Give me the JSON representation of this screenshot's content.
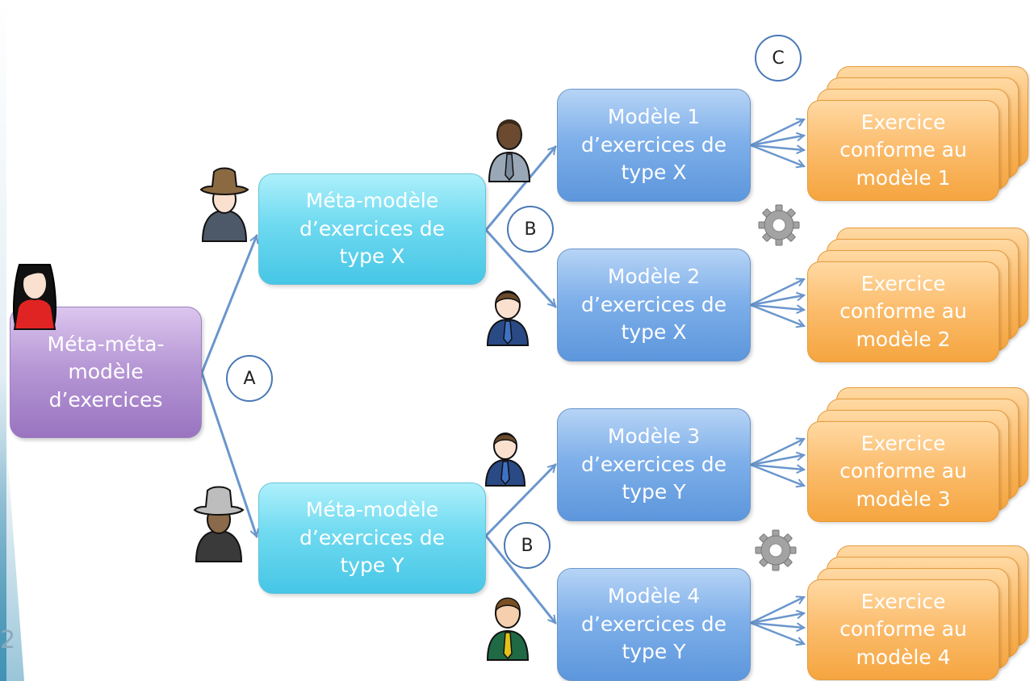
{
  "page_number": "2",
  "root": {
    "label": "Méta-méta-\nmodèle\nd’exercices"
  },
  "metamodels": [
    {
      "id": "mx",
      "label": "Méta-modèle\nd’exercices de\ntype X"
    },
    {
      "id": "my",
      "label": "Méta-modèle\nd’exercices de\ntype Y"
    }
  ],
  "models": [
    {
      "id": "m1",
      "label": "Modèle 1\nd’exercices de\ntype X"
    },
    {
      "id": "m2",
      "label": "Modèle 2\nd’exercices de\ntype X"
    },
    {
      "id": "m3",
      "label": "Modèle 3\nd’exercices de\ntype Y"
    },
    {
      "id": "m4",
      "label": "Modèle 4\nd’exercices de\ntype Y"
    }
  ],
  "exercises": [
    {
      "id": "e1",
      "label": "Exercice\nconforme au\nmodèle 1"
    },
    {
      "id": "e2",
      "label": "Exercice\nconforme au\nmodèle 2"
    },
    {
      "id": "e3",
      "label": "Exercice\nconforme au\nmodèle 3"
    },
    {
      "id": "e4",
      "label": "Exercice\nconforme au\nmodèle 4"
    }
  ],
  "step_markers": [
    {
      "id": "A",
      "label": "A"
    },
    {
      "id": "B1",
      "label": "B"
    },
    {
      "id": "B2",
      "label": "B"
    },
    {
      "id": "C",
      "label": "C"
    }
  ],
  "actors": [
    {
      "id": "woman",
      "icon": "woman-avatar-icon"
    },
    {
      "id": "hat-brown",
      "icon": "man-with-hat-avatar-icon"
    },
    {
      "id": "hat-grey",
      "icon": "man-with-hat-avatar-icon"
    },
    {
      "id": "dev1",
      "icon": "man-with-tie-avatar-icon"
    },
    {
      "id": "dev2",
      "icon": "man-with-tie-avatar-icon"
    },
    {
      "id": "dev3",
      "icon": "man-with-tie-avatar-icon"
    },
    {
      "id": "dev4",
      "icon": "man-with-tie-avatar-icon"
    }
  ],
  "colors": {
    "root": "#b798d6",
    "metamodel": "#6fdaf0",
    "model": "#7fb0ea",
    "exercise": "#fbbb6a",
    "arrow": "#6a96cc",
    "gear": "#9a9a9a"
  }
}
